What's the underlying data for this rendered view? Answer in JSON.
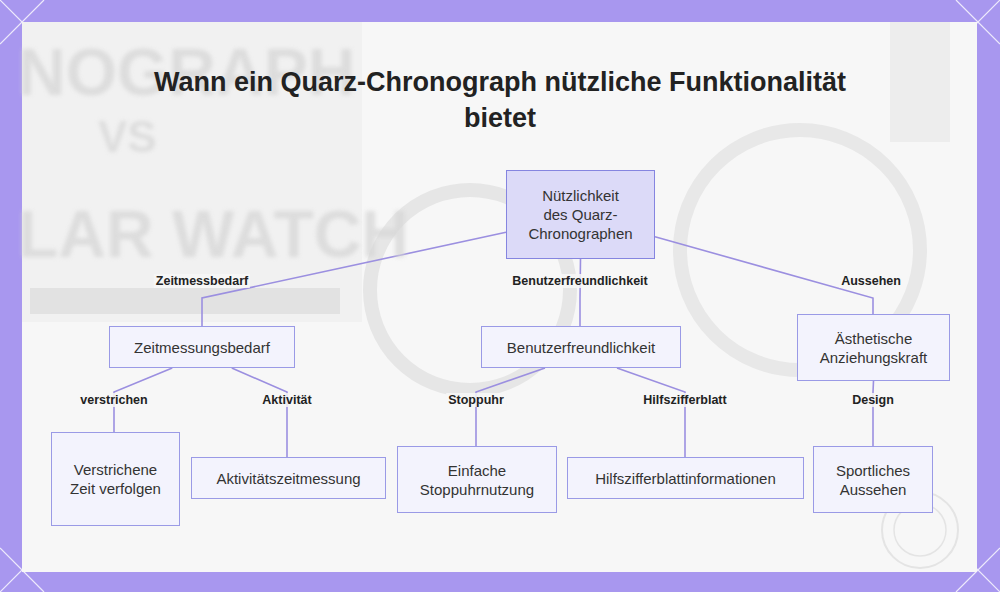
{
  "diagram": {
    "title": "Wann ein Quarz-Chronograph nützliche Funktionalität bietet",
    "nodes": [
      {
        "text": [
          "Nützlichkeit des Quarz-Chronographen"
        ]
      },
      {
        "text": [
          "Zeitmessungsbedarf"
        ]
      },
      {
        "text": [
          "Benutzerfreundlichkeit"
        ]
      },
      {
        "text": [
          "Ästhetische Anziehungskraft"
        ]
      },
      {
        "text": [
          "Verstrichene Zeit verfolgen"
        ]
      },
      {
        "text": [
          "Aktivitätszeitmessung"
        ]
      },
      {
        "text": [
          "Einfache Stoppuhrnutzung"
        ]
      },
      {
        "text": [
          "Hilfszifferblattinformationen"
        ]
      },
      {
        "text": [
          "Sportliches Aussehen"
        ]
      }
    ],
    "edges": [
      {
        "from": 0,
        "to": 1,
        "label": "Zeitmessbedarf",
        "arrow": "none"
      },
      {
        "from": 0,
        "to": 2,
        "label": "Benutzerfreundlichkeit",
        "arrow": "none"
      },
      {
        "from": 0,
        "to": 3,
        "label": "Aussehen",
        "arrow": "none"
      },
      {
        "from": 1,
        "to": 4,
        "label": "verstrichen",
        "arrow": "none"
      },
      {
        "from": 1,
        "to": 5,
        "label": "Aktivität",
        "arrow": "none"
      },
      {
        "from": 2,
        "to": 6,
        "label": "Stoppuhr",
        "arrow": "none"
      },
      {
        "from": 2,
        "to": 7,
        "label": "Hilfszifferblatt",
        "arrow": "none"
      },
      {
        "from": 3,
        "to": 8,
        "label": "Design",
        "arrow": "none"
      }
    ],
    "labels": [
      "NOGRAPH",
      "VS",
      "LAR WATCH"
    ]
  }
}
